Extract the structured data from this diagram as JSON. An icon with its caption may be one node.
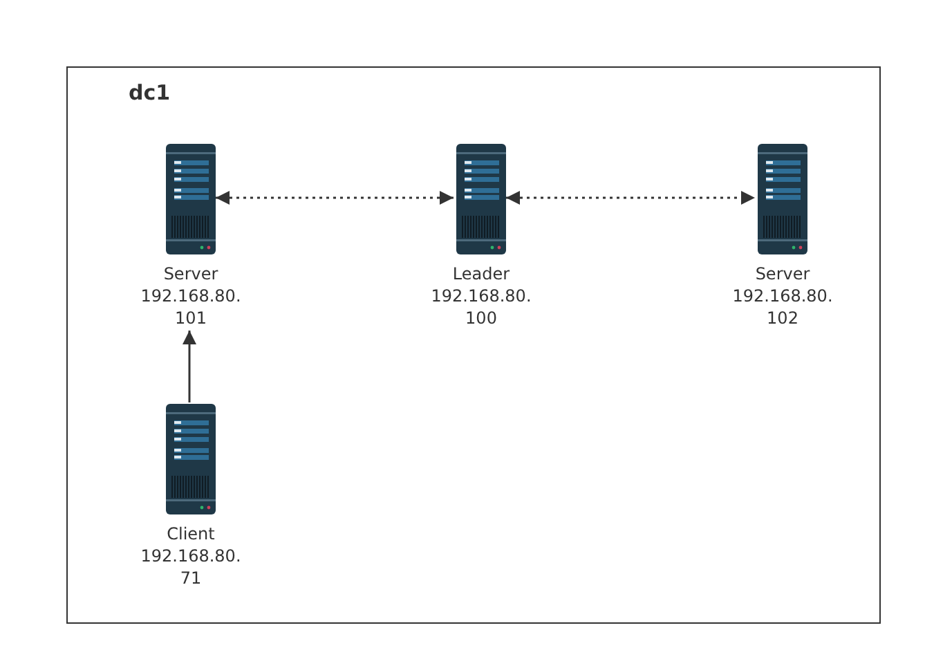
{
  "diagram": {
    "nodes": [
      {
        "text": [
          "dc1"
        ]
      },
      {
        "text": [],
        "shape": "picture",
        "in": 0,
        "beside": [
          "Server 192.168.80. 101"
        ]
      },
      {
        "text": [],
        "shape": "picture",
        "in": 0,
        "beside": [
          "Leader 192.168.80. 100"
        ]
      },
      {
        "text": [],
        "shape": "picture",
        "in": 0,
        "beside": [
          "Server 192.168.80. 102"
        ]
      },
      {
        "text": [],
        "shape": "picture",
        "in": 0,
        "beside": [
          "Client 192.168.80. 71"
        ]
      }
    ],
    "edges": [
      {
        "from": 1,
        "to": 2,
        "arrow": "both",
        "style": "dashed"
      },
      {
        "from": 2,
        "to": 3,
        "arrow": "both",
        "style": "dashed"
      },
      {
        "from": 4,
        "to": 1,
        "arrow": "to"
      }
    ]
  }
}
